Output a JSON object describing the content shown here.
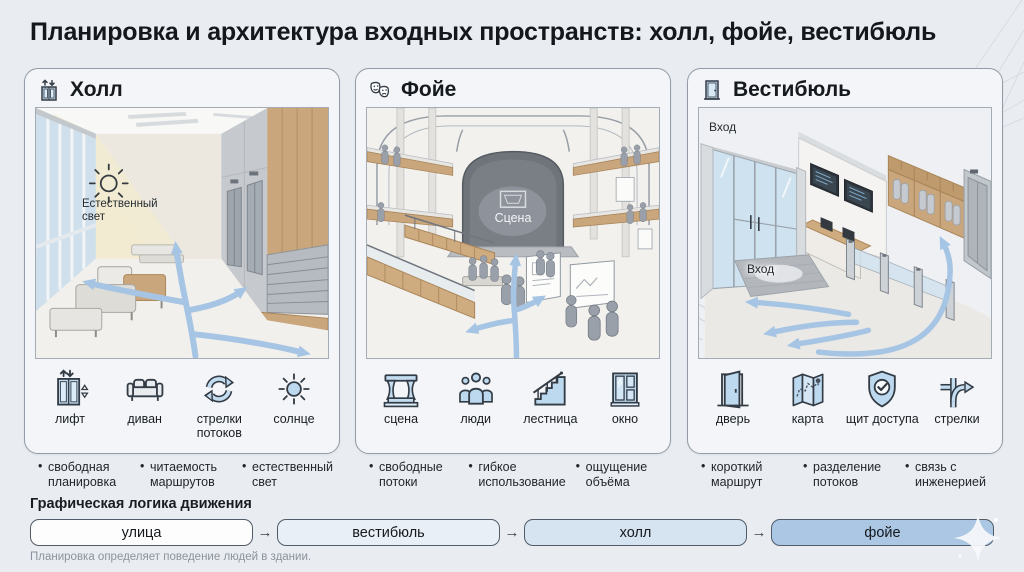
{
  "title": "Планировка и архитектура входных пространств: холл, фойе, вестибюль",
  "panels": [
    {
      "title": "Холл",
      "header_icon": "elevator-icon",
      "scene": {
        "sun_caption": "Естественный свет"
      },
      "features": [
        {
          "icon": "elevator-icon",
          "label": "лифт"
        },
        {
          "icon": "sofa-icon",
          "label": "диван"
        },
        {
          "icon": "cycle-arrows-icon",
          "label": "стрелки потоков"
        },
        {
          "icon": "sun-icon",
          "label": "солнце"
        }
      ],
      "bullets": [
        "свободная планировка",
        "читаемость маршрутов",
        "естественный свет"
      ]
    },
    {
      "title": "Фойе",
      "header_icon": "theater-masks-icon",
      "scene": {
        "stage_caption": "Сцена"
      },
      "features": [
        {
          "icon": "stage-icon",
          "label": "сцена"
        },
        {
          "icon": "people-icon",
          "label": "люди"
        },
        {
          "icon": "stairs-icon",
          "label": "лестница"
        },
        {
          "icon": "window-icon",
          "label": "окно"
        }
      ],
      "bullets": [
        "свободные потоки",
        "гибкое использование",
        "ощущение объёма"
      ]
    },
    {
      "title": "Вестибюль",
      "header_icon": "door-icon",
      "scene": {
        "entrance_top": "Вход",
        "entrance_mat": "Вход"
      },
      "features": [
        {
          "icon": "door-icon",
          "label": "дверь"
        },
        {
          "icon": "map-icon",
          "label": "карта"
        },
        {
          "icon": "access-shield-icon",
          "label": "щит доступа"
        },
        {
          "icon": "branch-arrows-icon",
          "label": "стрелки"
        }
      ],
      "bullets": [
        "короткий маршрут",
        "разделение потоков",
        "связь с инженерией"
      ]
    }
  ],
  "flow": {
    "heading": "Графическая логика движения",
    "arrow": "→",
    "steps": [
      {
        "label": "улица",
        "fill": "#fdfdfe"
      },
      {
        "label": "вестибюль",
        "fill": "#e9eff6"
      },
      {
        "label": "холл",
        "fill": "#d6e3f0"
      },
      {
        "label": "фойе",
        "fill": "#abc7e4"
      }
    ]
  },
  "footer": "Планировка определяет поведение людей в здании.",
  "colors": {
    "background": "#e9edf2",
    "card_background": "#f3f5f8",
    "flow_arrow_accent": "#a6c4e3",
    "wood": "#c9a67c",
    "icon_fill": "#c3dcf0",
    "icon_stroke": "#333b45"
  }
}
